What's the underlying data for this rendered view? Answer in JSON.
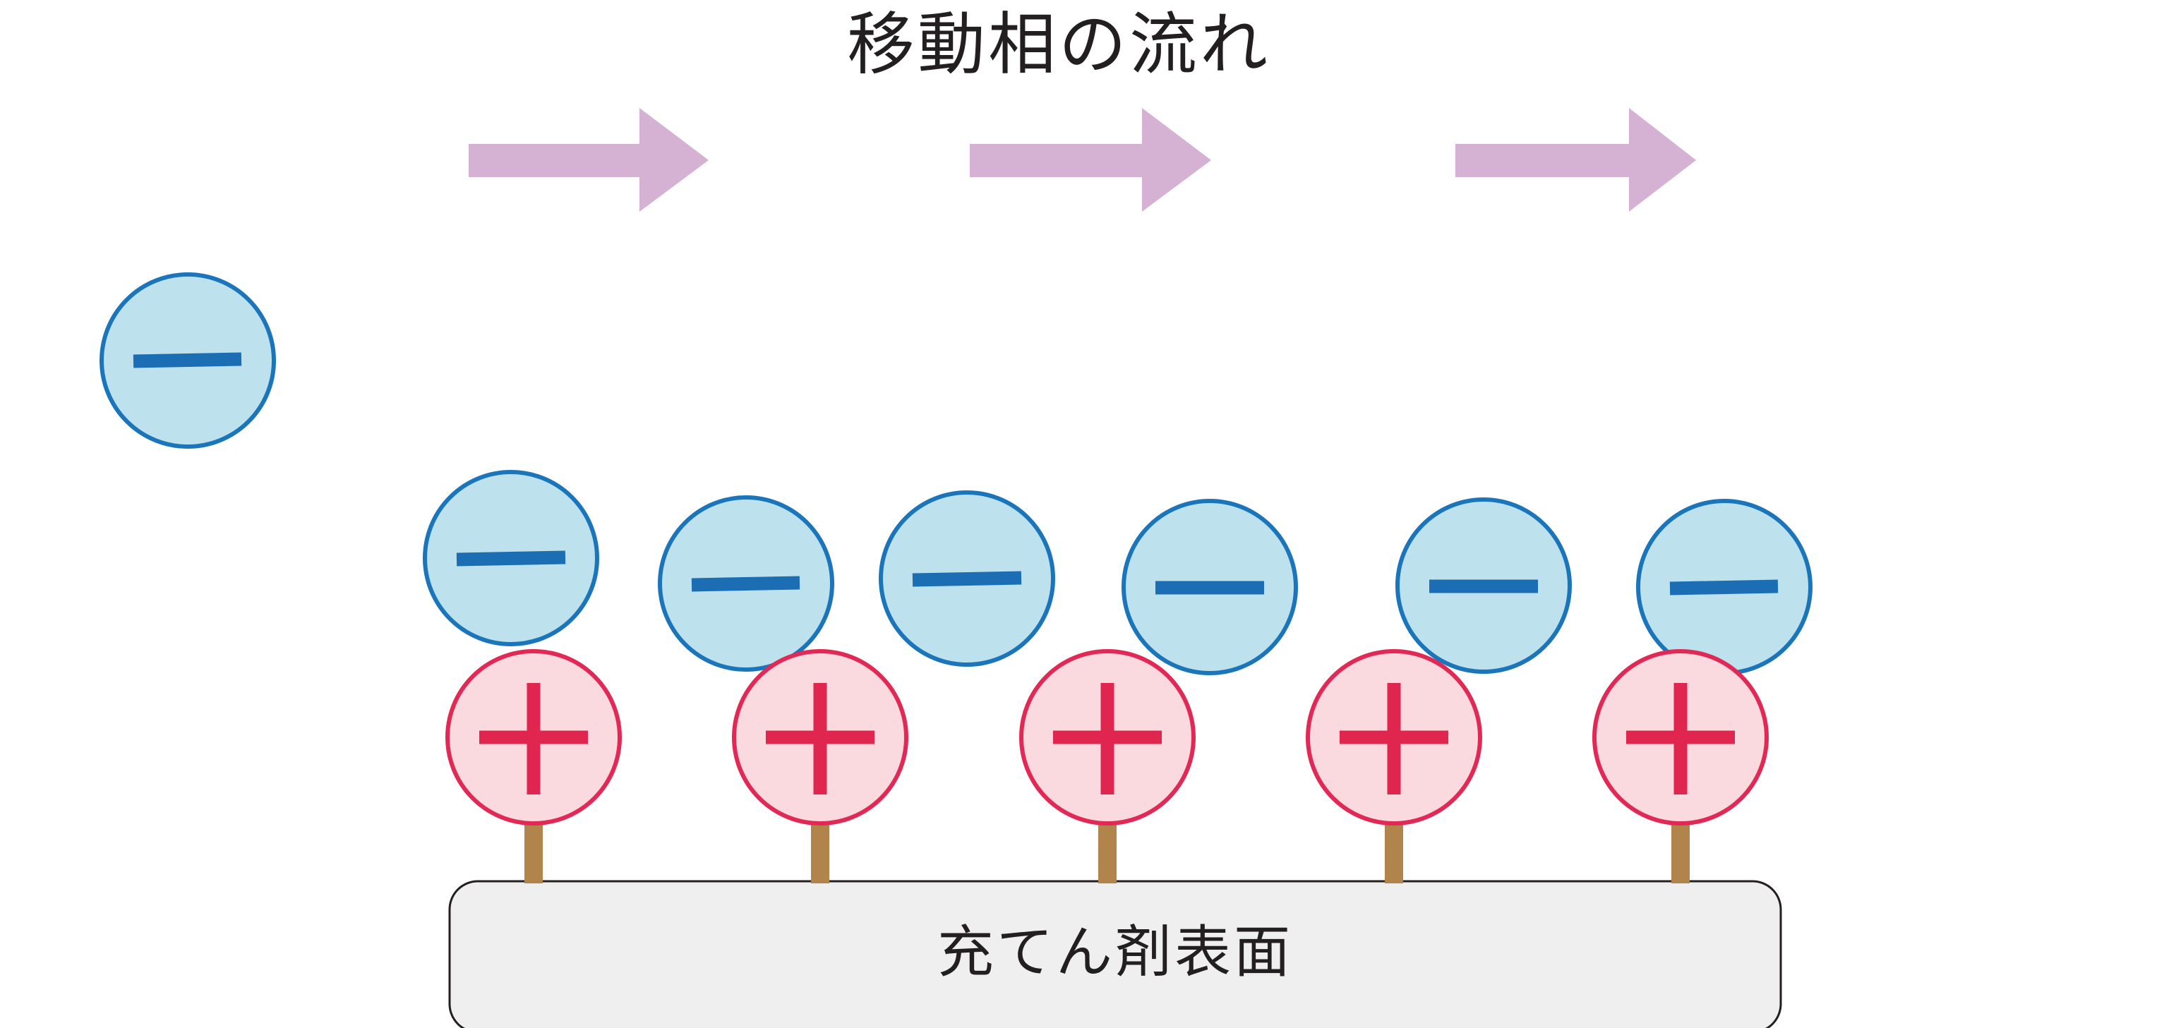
{
  "title": "移動相の流れ",
  "surface_label": "充てん剤表面",
  "symbols": {
    "anion": "−",
    "cation": "+"
  },
  "colors": {
    "arrow": "#d5b1d4",
    "anion_fill": "#bde2ee",
    "anion_stroke": "#1b75bb",
    "anion_mark": "#1b6eb3",
    "cation_fill": "#fadadf",
    "cation_stroke": "#e22855",
    "cation_mark": "#e0264f",
    "stem": "#b0844b",
    "surface_fill": "#efefef",
    "surface_stroke": "#231f20",
    "text": "#231f20"
  },
  "flow_arrow_count": 3,
  "free_anion_count": 1,
  "bound_pair_count": 5,
  "adsorbed_anion_count": 6
}
